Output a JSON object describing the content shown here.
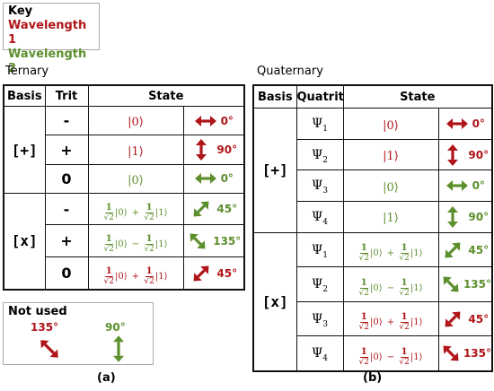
{
  "key": {
    "title": "Key",
    "w1": "Wavelength 1",
    "w2": "Wavelength 2"
  },
  "colors": {
    "wavelength1": "#b01518",
    "wavelength2": "#5d8f2c"
  },
  "ternary": {
    "title": "Ternary",
    "headers": {
      "basis": "Basis",
      "digit": "Trit",
      "state": "State"
    },
    "basis_plus": "[+]",
    "basis_x": "[x]",
    "rows": [
      {
        "digit": "-",
        "state": "|0⟩",
        "angle": "0°",
        "color": "red"
      },
      {
        "digit": "+",
        "state": "|1⟩",
        "angle": "90°",
        "color": "red"
      },
      {
        "digit": "0",
        "state": "|0⟩",
        "angle": "0°",
        "color": "green"
      },
      {
        "digit": "-",
        "op": "+",
        "angle": "45°",
        "color": "green"
      },
      {
        "digit": "+",
        "op": "−",
        "angle": "135°",
        "color": "green"
      },
      {
        "digit": "0",
        "op": "+",
        "angle": "45°",
        "color": "red"
      }
    ],
    "caption": "(a)"
  },
  "quaternary": {
    "title": "Quaternary",
    "headers": {
      "basis": "Basis",
      "digit": "Quatrit",
      "state": "State"
    },
    "basis_plus": "[+]",
    "basis_x": "[x]",
    "psi": "Ψ",
    "rows": [
      {
        "sub": "1",
        "state": "|0⟩",
        "angle": "0°",
        "color": "red"
      },
      {
        "sub": "2",
        "state": "|1⟩",
        "angle": "90°",
        "color": "red"
      },
      {
        "sub": "3",
        "state": "|0⟩",
        "angle": "0°",
        "color": "green"
      },
      {
        "sub": "4",
        "state": "|1⟩",
        "angle": "90°",
        "color": "green"
      },
      {
        "sub": "1",
        "op": "+",
        "angle": "45°",
        "color": "green"
      },
      {
        "sub": "2",
        "op": "−",
        "angle": "135°",
        "color": "green"
      },
      {
        "sub": "3",
        "op": "+",
        "angle": "45°",
        "color": "red"
      },
      {
        "sub": "4",
        "op": "−",
        "angle": "135°",
        "color": "red"
      }
    ],
    "caption": "(b)"
  },
  "superposition": {
    "num": "1",
    "den": "√2",
    "ket0": "|0⟩",
    "ket1": "|1⟩"
  },
  "not_used": {
    "title": "Not used",
    "a1": "135°",
    "a2": "90°"
  }
}
